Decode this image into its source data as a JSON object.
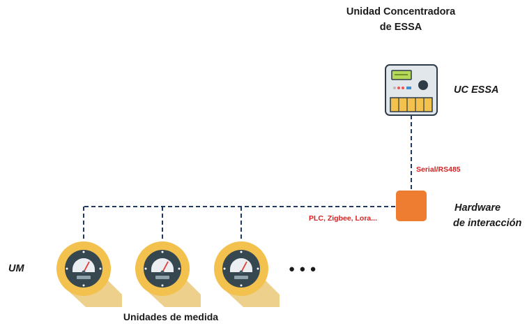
{
  "diagram": {
    "title_line1": "Unidad Concentradora",
    "title_line2": "de ESSA",
    "uc_label": "UC ESSA",
    "serial_label": "Serial/RS485",
    "hardware_line1": "Hardware",
    "hardware_line2": "de interacción",
    "wireless_label": "PLC, Zigbee, Lora...",
    "um_label": "UM",
    "meters_label": "Unidades de medida",
    "ellipsis": "● ● ●"
  },
  "colors": {
    "line": "#1f3864",
    "hardware": "#ee7d31",
    "meter_gold": "#f2c14e",
    "protocol_text": "#d81e1e"
  }
}
